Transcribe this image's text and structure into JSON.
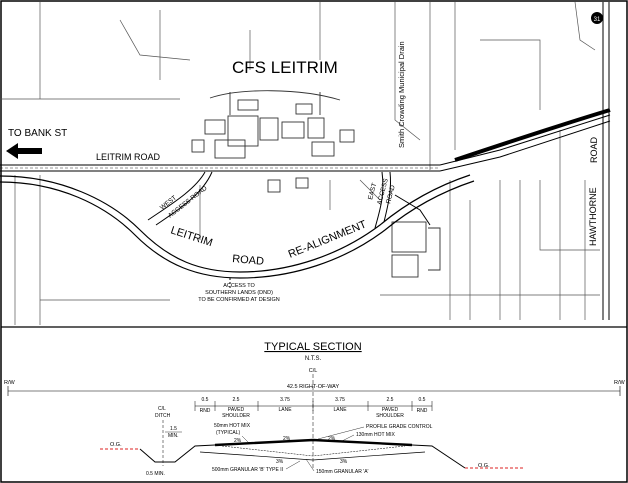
{
  "plan": {
    "title": "CFS LEITRIM",
    "to_bank": "TO BANK ST",
    "leitrim_road": "LEITRIM ROAD",
    "drain": "Smith Crowding Municipal Drain",
    "west_access_1": "WEST",
    "west_access_2": "ACCESS ROAD",
    "east_access_1": "EAST",
    "east_access_2": "ACCESS",
    "east_access_3": "ROAD",
    "realign_1": "LEITRIM",
    "realign_2": "ROAD",
    "realign_3": "RE-ALIGNMENT",
    "access_note_1": "ACCESS TO",
    "access_note_2": "SOUTHERN LANDS (DND)",
    "access_note_3": "TO BE CONFIRMED AT DESIGN",
    "hawthorne": "HAWTHORNE",
    "road_side": "ROAD",
    "hwy_shield": "31"
  },
  "section": {
    "title": "TYPICAL SECTION",
    "scale": "N.T.S.",
    "cl": "C/L",
    "row_left": "R/W",
    "row_right": "R/W",
    "row_width": "42.5  RIGHT-OF-WAY",
    "dims": [
      {
        "v": "0.5",
        "l": "RND"
      },
      {
        "v": "2.5",
        "l": "PAVED",
        "l2": "SHOULDER"
      },
      {
        "v": "3.75",
        "l": "LANE"
      },
      {
        "v": "3.75",
        "l": "LANE"
      },
      {
        "v": "2.5",
        "l": "PAVED",
        "l2": "SHOULDER"
      },
      {
        "v": "0.5",
        "l": "RND"
      }
    ],
    "ditch_1": "C/L",
    "ditch_2": "DITCH",
    "min_1": "1.5",
    "min_2": "MIN.",
    "og_left": "O.G.",
    "og_right": "O.G.",
    "hotmix_50_1": "50mm HOT MIX",
    "hotmix_50_2": "(TYPICAL)",
    "grade_control": "PROFILE GRADE CONTROL",
    "hotmix_130": "130mm HOT MIX",
    "slope_2a": "2%",
    "slope_2b": "2%",
    "slope_2c": "2%",
    "slope_3a": "3%",
    "slope_3b": "3%",
    "granular_b": "500mm GRANULAR 'B' TYPE II",
    "granular_a": "150mm GRANULAR 'A'",
    "depth_min": "0.5 MIN."
  }
}
